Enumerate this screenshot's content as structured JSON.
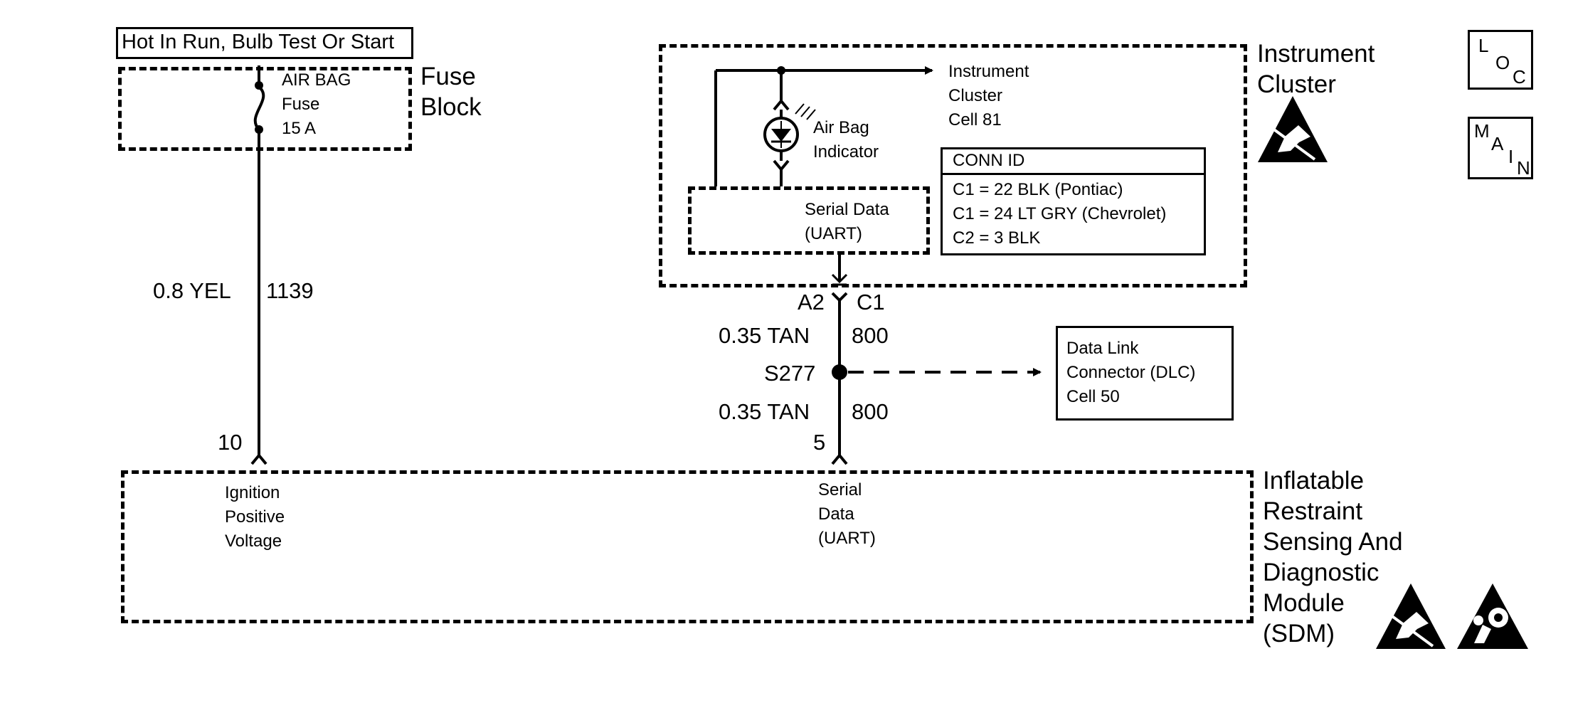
{
  "header_box": "Hot In Run, Bulb Test Or Start",
  "fuse_block": {
    "fuse_label": "AIR BAG\nFuse\n15 A",
    "title": "Fuse\nBlock"
  },
  "wire_left": {
    "gauge_color": "0.8 YEL",
    "circuit": "1139",
    "pin": "10"
  },
  "instrument_cluster": {
    "title": "Instrument\nCluster",
    "ref": "Instrument\nCluster\nCell 81",
    "indicator": "Air Bag\nIndicator",
    "serial": "Serial Data\n(UART)",
    "conn_id": {
      "title": "CONN ID",
      "lines": [
        "C1 = 22 BLK (Pontiac)",
        "C1 = 24 LT GRY (Chevrolet)",
        "C2 = 3 BLK"
      ]
    }
  },
  "wire_right": {
    "pin_a": "A2",
    "pin_c": "C1",
    "upper_gauge": "0.35 TAN",
    "upper_circuit": "800",
    "splice": "S277",
    "lower_gauge": "0.35 TAN",
    "lower_circuit": "800",
    "pin_bottom": "5"
  },
  "dlc": "Data Link\nConnector (DLC)\nCell 50",
  "sdm": {
    "ignition": "Ignition\nPositive\nVoltage",
    "serial": "Serial\nData\n(UART)",
    "title": "Inflatable\nRestraint\nSensing And\nDiagnostic\nModule\n(SDM)"
  },
  "nav": {
    "loc": {
      "l": "L",
      "o": "O",
      "c": "C"
    },
    "main": {
      "m": "M",
      "a": "A",
      "i": "I",
      "n": "N"
    }
  },
  "icons": [
    "esd-warning-icon",
    "airbag-warning-icon"
  ],
  "colors": {
    "line": "#000000",
    "background": "#ffffff"
  }
}
